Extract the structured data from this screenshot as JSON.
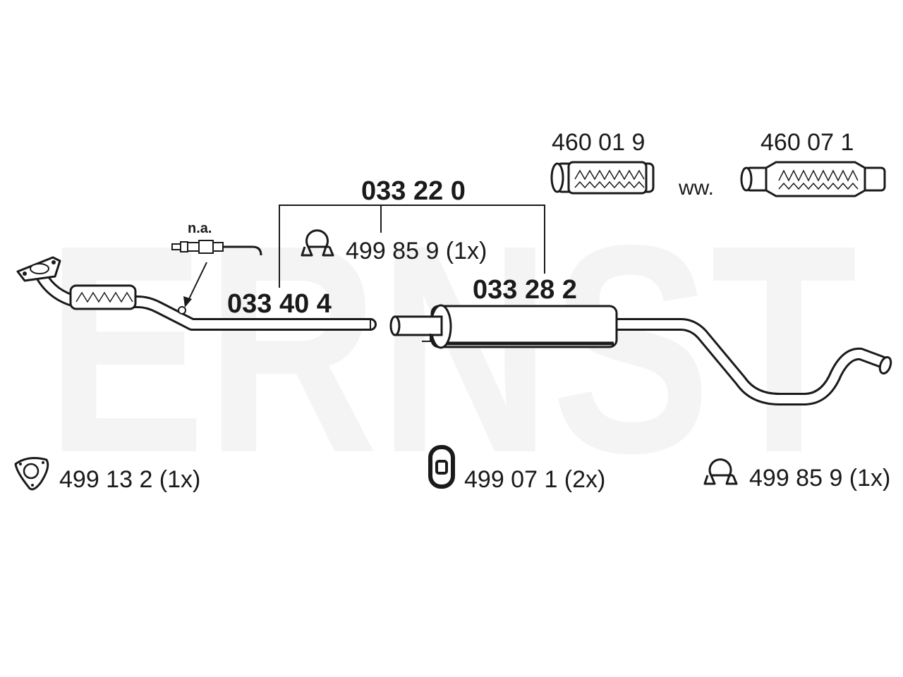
{
  "watermark": "ERNST",
  "labels": {
    "assembly": "033 22 0",
    "front_pipe": "033 40 4",
    "middle_silencer": "033 28 2",
    "flex_a": "460 01 9",
    "flex_b": "460 07 1",
    "alternative": "ww.",
    "sensor_note": "n.a.",
    "clamp_top": "499 85 9 (1x)",
    "gasket": "499 13 2 (1x)",
    "hanger": "499 07 1 (2x)",
    "clamp_right": "499 85 9 (1x)"
  },
  "colors": {
    "line": "#1a1a1a",
    "watermark": "#f4f4f4",
    "fill": "#ffffff"
  }
}
